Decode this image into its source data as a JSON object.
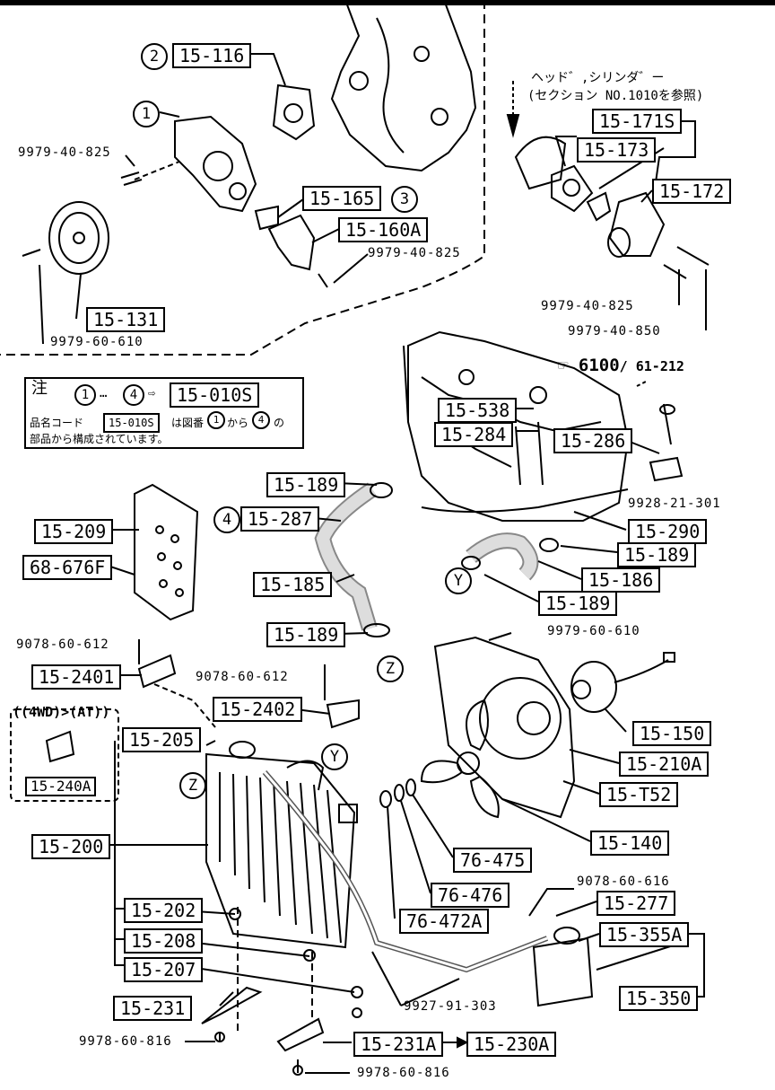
{
  "callouts": {
    "c1": "15-116",
    "c2": "15-165",
    "c3": "15-160A",
    "c4": "15-131",
    "c5": "15-171S",
    "c6": "15-173",
    "c7": "15-172",
    "c8": "15-538",
    "c9": "15-284",
    "c10": "15-286",
    "c11": "15-189",
    "c12": "15-287",
    "c13": "15-290",
    "c14": "15-189",
    "c15": "15-186",
    "c16": "15-189",
    "c17": "15-185",
    "c18": "15-189",
    "c19": "15-209",
    "c20": "68-676F",
    "c21": "15-2401",
    "c22": "15-2402",
    "c23": "15-205",
    "c24": "15-240A",
    "c25": "15-200",
    "c26": "15-202",
    "c27": "15-208",
    "c28": "15-207",
    "c29": "15-231",
    "c30": "15-231A",
    "c31": "15-230A",
    "c32": "15-150",
    "c33": "15-210A",
    "c34": "15-T52",
    "c35": "15-140",
    "c36": "76-475",
    "c37": "76-476",
    "c38": "76-472A",
    "c39": "15-277",
    "c40": "15-355A",
    "c41": "15-350"
  },
  "part_numbers": {
    "p1": "9979-40-825",
    "p2": "9979-40-825",
    "p3": "9979-60-610",
    "p4": "9979-40-825",
    "p5": "9979-40-850",
    "p6": "9928-21-301",
    "p7": "9979-60-610",
    "p8": "9078-60-612",
    "p9": "9078-60-612",
    "p10": "9078-60-616",
    "p11": "9927-91-303",
    "p12": "9978-60-816",
    "p13": "9978-60-816"
  },
  "markers": {
    "m1": "1",
    "m2": "2",
    "m3": "3",
    "m4": "4",
    "mY1": "Y",
    "mY2": "Y",
    "mZ1": "Z",
    "mZ2": "Z"
  },
  "note": {
    "title": "注",
    "range_start": "1",
    "dots": "…",
    "range_end": "4",
    "arrow": "⇨",
    "assembly": "15-010S",
    "line1_prefix": "品名コード",
    "line1_code": "15-010S",
    "line1_mid": "は図番",
    "line1_from": "1",
    "line1_kara": "から",
    "line1_to": "4",
    "line1_suffix": "の",
    "line2": "部品から構成されています。"
  },
  "cylinder_ref": {
    "line1": "ヘッド゛,シリンダ゛ー",
    "line2": "(セクション NO.1010を参照)"
  },
  "page_ref": {
    "main": "6100",
    "sub": "/ 61-212"
  },
  "variant_label": "((4WD)>(AT))",
  "arrow_glyph": "→"
}
